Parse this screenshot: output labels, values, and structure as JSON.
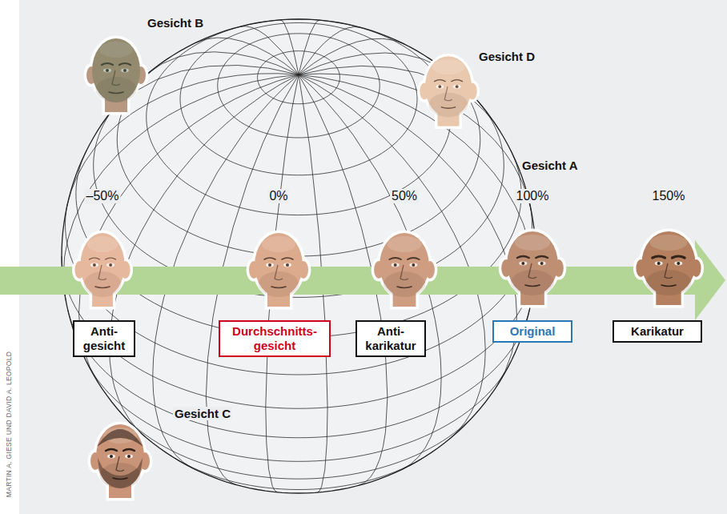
{
  "diagram": {
    "nodes": [
      {
        "text": [
          "Anti- gesicht"
        ]
      },
      {
        "text": [
          "Durchschnitts- gesicht"
        ]
      },
      {
        "text": [
          "Anti- karikatur"
        ]
      },
      {
        "text": [
          "Original"
        ]
      },
      {
        "text": [
          "Karikatur"
        ]
      }
    ],
    "labels": [
      "Gesicht B",
      "Gesicht D",
      "Gesicht A",
      "–50%",
      "0%",
      "50%",
      "100%",
      "150%",
      "Gesicht C",
      "MARTIN A. GIESE UND DAVID A. LEOPOLD"
    ]
  }
}
